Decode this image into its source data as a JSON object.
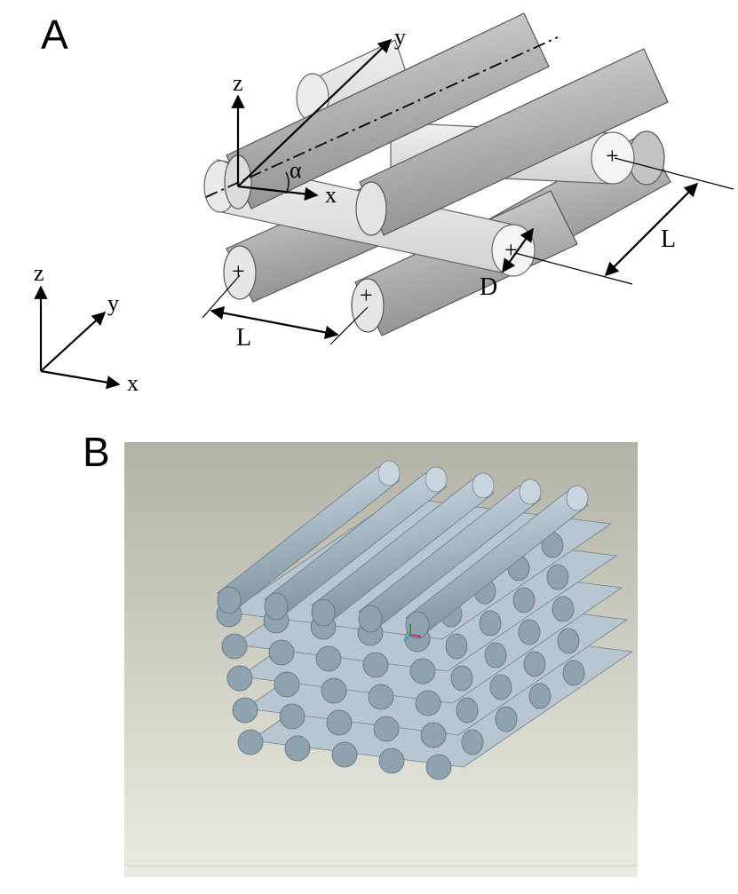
{
  "panel_a": {
    "label": "A",
    "local_axes": {
      "x": "x",
      "y": "y",
      "z": "z"
    },
    "angle_label": "α",
    "global_axes": {
      "x": "x",
      "y": "y",
      "z": "z"
    },
    "dimensions": {
      "spacing_front": "L",
      "spacing_side": "L",
      "diameter": "D"
    },
    "center_mark": "+",
    "colors": {
      "rod_dark": "#a6a6a6",
      "rod_light": "#dcdcdc",
      "outline": "#555555"
    }
  },
  "panel_b": {
    "label": "B",
    "colors": {
      "background_top": "#b5b4a8",
      "background_bottom": "#eae9df",
      "rod": "#9aaebc"
    }
  }
}
